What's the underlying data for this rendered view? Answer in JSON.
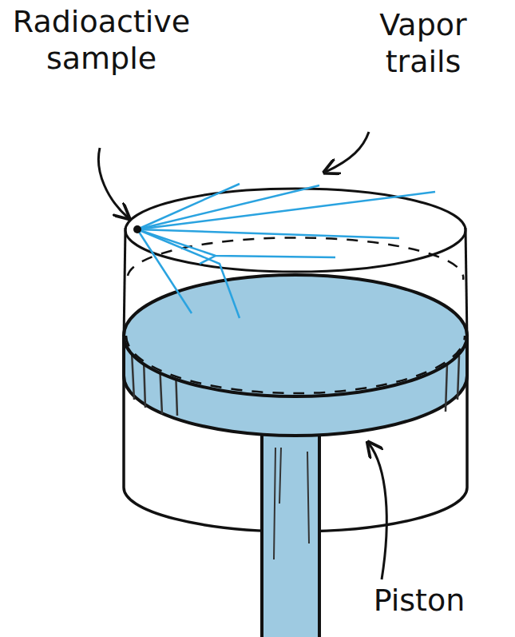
{
  "diagram": {
    "labels": [
      "Radioactive sample",
      "Vapor trails",
      "Piston"
    ]
  }
}
